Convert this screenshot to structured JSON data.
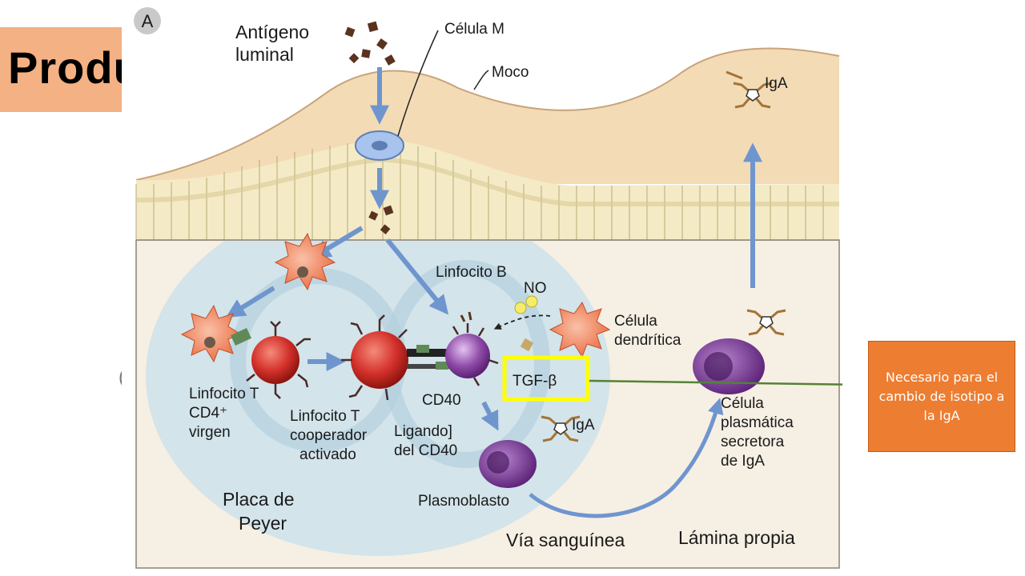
{
  "slide": {
    "title_partial": "Produ",
    "stray_letter": "(",
    "note": "Necesario para el cambio de isotipo a la IgA"
  },
  "figure": {
    "panel_letter": "A",
    "labels": {
      "antigen": [
        "Antígeno",
        "luminal"
      ],
      "m_cell": "Célula M",
      "mucus": "Moco",
      "iga_top": "IgA",
      "b_cell": "Linfocito B",
      "no": "NO",
      "dendritic": [
        "Célula",
        "dendrítica"
      ],
      "tgf": "TGF-β",
      "cd40": "CD40",
      "cd40l": [
        "Ligando]",
        "del CD40"
      ],
      "t_naive": [
        "Linfocito T",
        "CD4⁺",
        "virgen"
      ],
      "t_helper": [
        "Linfocito T",
        "cooperador",
        "activado"
      ],
      "iga_mid": "IgA",
      "plasma_cell": [
        "Célula",
        "plasmática",
        "secretora",
        "de IgA"
      ],
      "plasmablast": "Plasmoblasto",
      "peyer": [
        "Placa de",
        "Peyer"
      ],
      "blood_route": "Vía sanguínea",
      "lamina_propria": "Lámina propia"
    }
  },
  "colors": {
    "title_box": "#f4b183",
    "note_box": "#ed7d31",
    "highlight": "#ffff00",
    "connector": "#548235",
    "arrow": "#6f95cf"
  }
}
